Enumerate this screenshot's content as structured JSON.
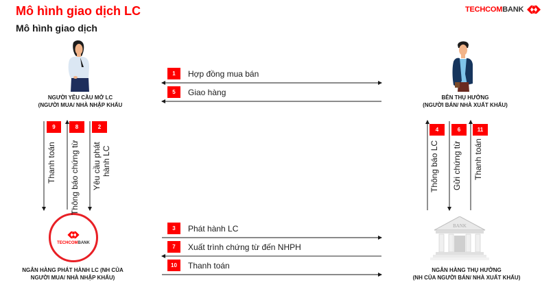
{
  "header": {
    "title": "Mô hình giao dịch LC",
    "subtitle": "Mô hình giao dịch",
    "brand": {
      "tech": "TECHCOM",
      "bank": "BANK"
    }
  },
  "colors": {
    "accent": "#ff0000",
    "text": "#1a1a1a",
    "line": "#555555"
  },
  "parties": {
    "applicant": {
      "line1": "NGƯỜI YÊU CẦU MỞ LC",
      "line2": "(NGƯỜI MUA/ NHÀ NHẬP KHẨU",
      "icon": "woman-figure-icon"
    },
    "beneficiary": {
      "line1": "BÊN THỤ HƯỞNG",
      "line2": "(NGƯỜI BÁN/ NHÀ XUẤT KHẨU)",
      "icon": "man-figure-icon"
    },
    "issuing_bank": {
      "line1": "NGÂN HÀNG PHÁT HÀNH LC (NH CỦA",
      "line2": "NGƯỜI MUA/ NHÀ NHẬP KHẨU)",
      "icon": "techcombank-logo-icon",
      "logo_tech": "TECHCOM",
      "logo_bank": "BANK"
    },
    "advising_bank": {
      "line1": "NGÂN HÀNG THỤ HƯỞNG",
      "line2": "(NH CỦA NGƯỜI BÁN/ NHÀ XUẤT KHẨU)",
      "icon": "bank-building-icon",
      "building_text": "BANK"
    }
  },
  "flows": {
    "top": [
      {
        "step": "1",
        "label": "Hợp đồng mua bán",
        "direction": "both"
      },
      {
        "step": "5",
        "label": "Giao hàng",
        "direction": "left"
      }
    ],
    "bottom": [
      {
        "step": "3",
        "label": "Phát hành LC",
        "direction": "right"
      },
      {
        "step": "7",
        "label": "Xuất trình chứng từ đến NHPH",
        "direction": "left"
      },
      {
        "step": "10",
        "label": "Thanh toán",
        "direction": "right"
      }
    ],
    "left": [
      {
        "step": "9",
        "label": "Thanh toán",
        "direction": "down"
      },
      {
        "step": "8",
        "label": "Thông báo chứng từ",
        "direction": "up"
      },
      {
        "step": "2",
        "label_line1": "Yêu cầu phát",
        "label_line2": "hành LC",
        "direction": "down"
      }
    ],
    "right": [
      {
        "step": "4",
        "label": "Thông báo LC",
        "direction": "up"
      },
      {
        "step": "6",
        "label": "Gửi chứng từ",
        "direction": "down"
      },
      {
        "step": "11",
        "label": "Thanh toán",
        "direction": "up"
      }
    ]
  }
}
